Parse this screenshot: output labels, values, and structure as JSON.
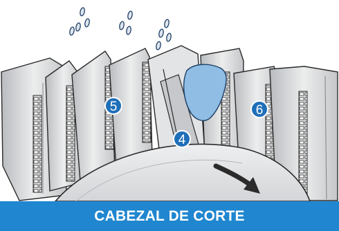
{
  "banner": {
    "title": "CABEZAL DE CORTE"
  },
  "markers": [
    {
      "id": "marker-5",
      "label": "5"
    },
    {
      "id": "marker-4",
      "label": "4"
    },
    {
      "id": "marker-6",
      "label": "6"
    }
  ],
  "colors": {
    "banner": "#1f86cf",
    "marker_fill": "#1f6fb8",
    "product_slice": "#8fbde3",
    "blade_light": "#e6e7e9",
    "blade_mid": "#c9cbce",
    "blade_dark": "#9a9da2",
    "outline": "#2a2a2a"
  }
}
